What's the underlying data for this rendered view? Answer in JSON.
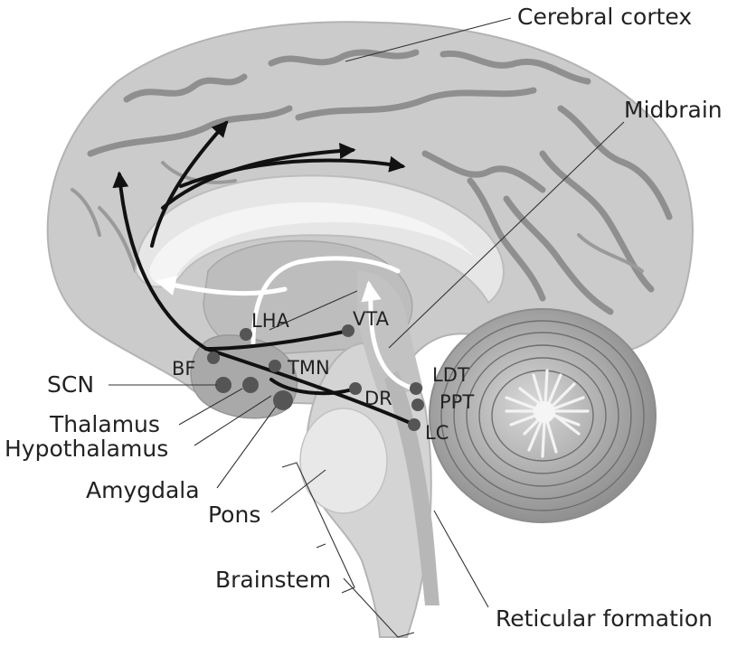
{
  "labels": {
    "cerebral_cortex": "Cerebral cortex",
    "midbrain": "Midbrain",
    "scn": "SCN",
    "thalamus": "Thalamus",
    "hypothalamus": "Hypothalamus",
    "amygdala": "Amygdala",
    "pons": "Pons",
    "brainstem": "Brainstem",
    "reticular_formation": "Reticular formation"
  },
  "nuclei": {
    "lha": "LHA",
    "vta": "VTA",
    "bf": "BF",
    "tmn": "TMN",
    "ldt": "LDT",
    "ppt": "PPT",
    "dr": "DR",
    "lc": "LC"
  },
  "colors": {
    "brain": "#c8c8c8",
    "sulcus": "#8f8f8f",
    "cerebellum": "#9c9c9c",
    "nucleus_dot": "#555555",
    "black_pathway": "#111111",
    "white_pathway": "#ffffff"
  }
}
